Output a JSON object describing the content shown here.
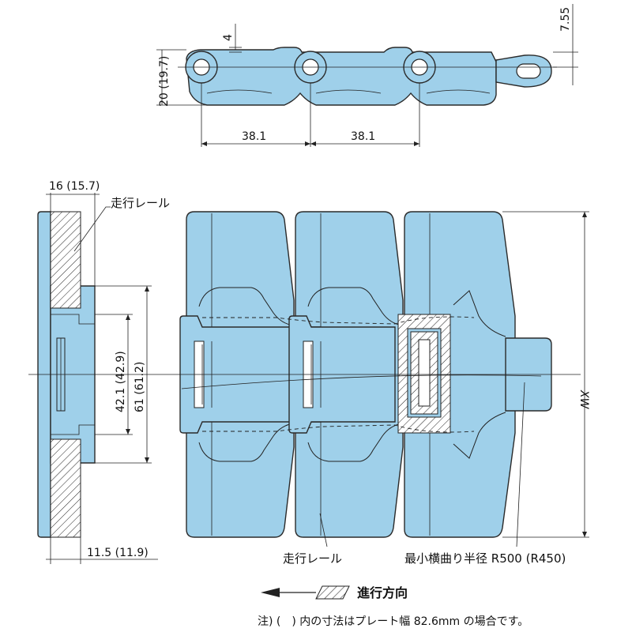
{
  "side_view": {
    "dim_thickness": "4",
    "dim_height": "20 (19.7)",
    "dim_top": "7.55",
    "dim_pitch_1": "38.1",
    "dim_pitch_2": "38.1"
  },
  "front_view": {
    "dim_rail_width": "16 (15.7)",
    "dim_inner": "42.1 (42.9)",
    "dim_outer": "61 (61.2)",
    "dim_bottom": "11.5 (11.9)",
    "label_rail_top": "走行レール",
    "label_rail_bottom": "走行レール",
    "label_xw": "XW",
    "label_radius": "最小横曲り半径 R500 (R450)"
  },
  "direction": {
    "label": "進行方向"
  },
  "footnote": "注) (　) 内の寸法はプレート幅 82.6mm の場合です。",
  "colors": {
    "part_fill": "#9fd0ea",
    "outline": "#2a2a2a"
  }
}
